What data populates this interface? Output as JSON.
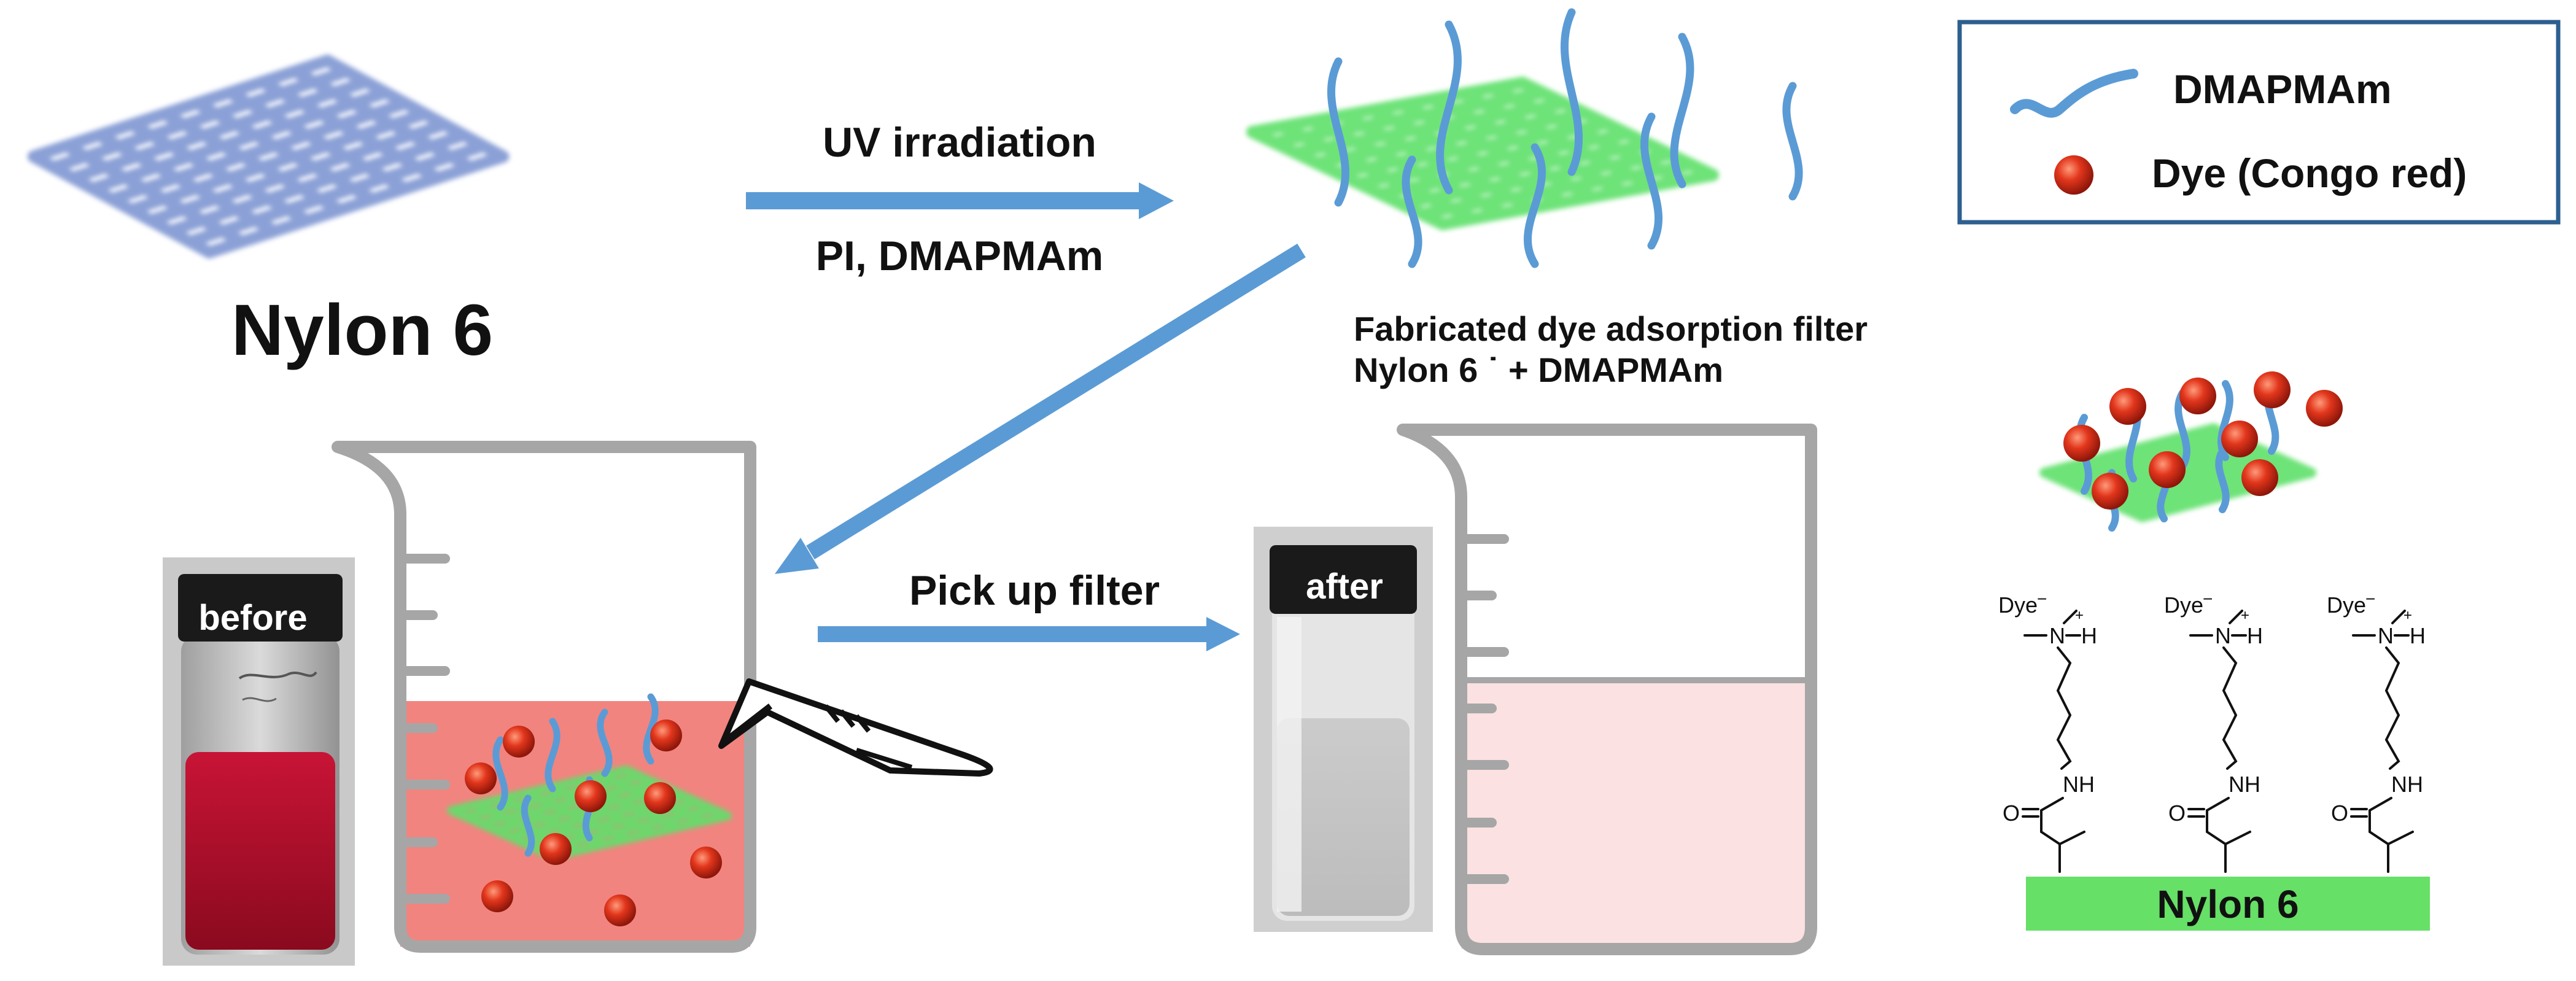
{
  "title_nylon": "Nylon 6",
  "step1": {
    "above": "UV irradiation",
    "below": "PI, DMAPMAm"
  },
  "fabricated": {
    "line1": "Fabricated dye adsorption filter",
    "line2": "Nylon 6 ˙ + DMAPMAm"
  },
  "step2": {
    "label": "Pick up filter"
  },
  "legend": {
    "item1": "DMAPMAm",
    "item2": "Dye (Congo red)"
  },
  "vials": {
    "before": "before",
    "after": "after"
  },
  "chem": {
    "dye": "Dye",
    "charge_neg": "−",
    "charge_pos": "+",
    "n": "N",
    "h": "H",
    "nh": "NH",
    "o": "O",
    "base": "Nylon 6"
  },
  "colors": {
    "chain": "#5b9bd5",
    "mesh_blue": "#7f96d2",
    "mesh_green": "#5ee06a",
    "dye": "#d6301a",
    "solution": "#f1847f",
    "clear_solution": "#fbe1e1",
    "beaker": "#a6a6a6",
    "legend_border": "#2d5f8f",
    "base_bar": "#66e066"
  }
}
